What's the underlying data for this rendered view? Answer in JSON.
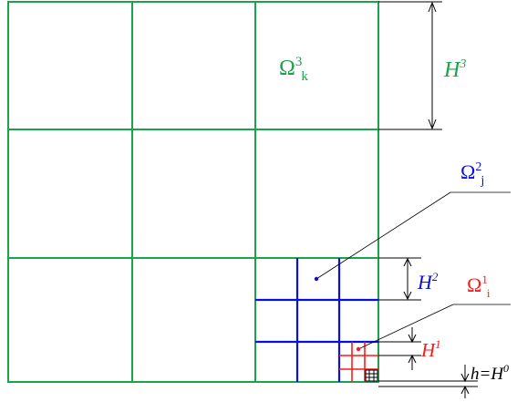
{
  "colors": {
    "level3": "#1aa34a",
    "level2": "#0a10d8",
    "level1": "#ff1a1a",
    "level0": "#000000",
    "annotation": "#000000",
    "background": "#ffffff"
  },
  "labels": {
    "omega3": {
      "base": "Ω",
      "sup": "3",
      "sub": "k"
    },
    "omega2": {
      "base": "Ω",
      "sup": "2",
      "sub": "j"
    },
    "omega1": {
      "base": "Ω",
      "sup": "1",
      "sub": "i"
    },
    "H3": {
      "base": "H",
      "sup": "3"
    },
    "H2": {
      "base": "H",
      "sup": "2"
    },
    "H1": {
      "base": "H",
      "sup": "1"
    },
    "h": {
      "text": "h=H",
      "sup": "0"
    }
  },
  "grid_levels": [
    {
      "level": 3,
      "divisions": 3
    },
    {
      "level": 2,
      "divisions": 3
    },
    {
      "level": 1,
      "divisions": 3
    },
    {
      "level": 0,
      "divisions": 3
    }
  ]
}
